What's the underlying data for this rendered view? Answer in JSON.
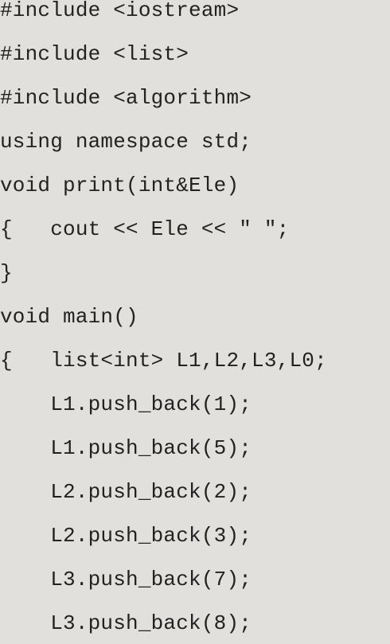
{
  "code": {
    "lines": [
      "#include <iostream>",
      "#include <list>",
      "#include <algorithm>",
      "using namespace std;",
      "void print(int&Ele)",
      "{   cout << Ele << \" \";",
      "}",
      "void main()",
      "{   list<int> L1,L2,L3,L0;",
      "    L1.push_back(1);",
      "    L1.push_back(5);",
      "    L2.push_back(2);",
      "    L2.push_back(3);",
      "    L3.push_back(7);",
      "    L3.push_back(8);"
    ]
  }
}
